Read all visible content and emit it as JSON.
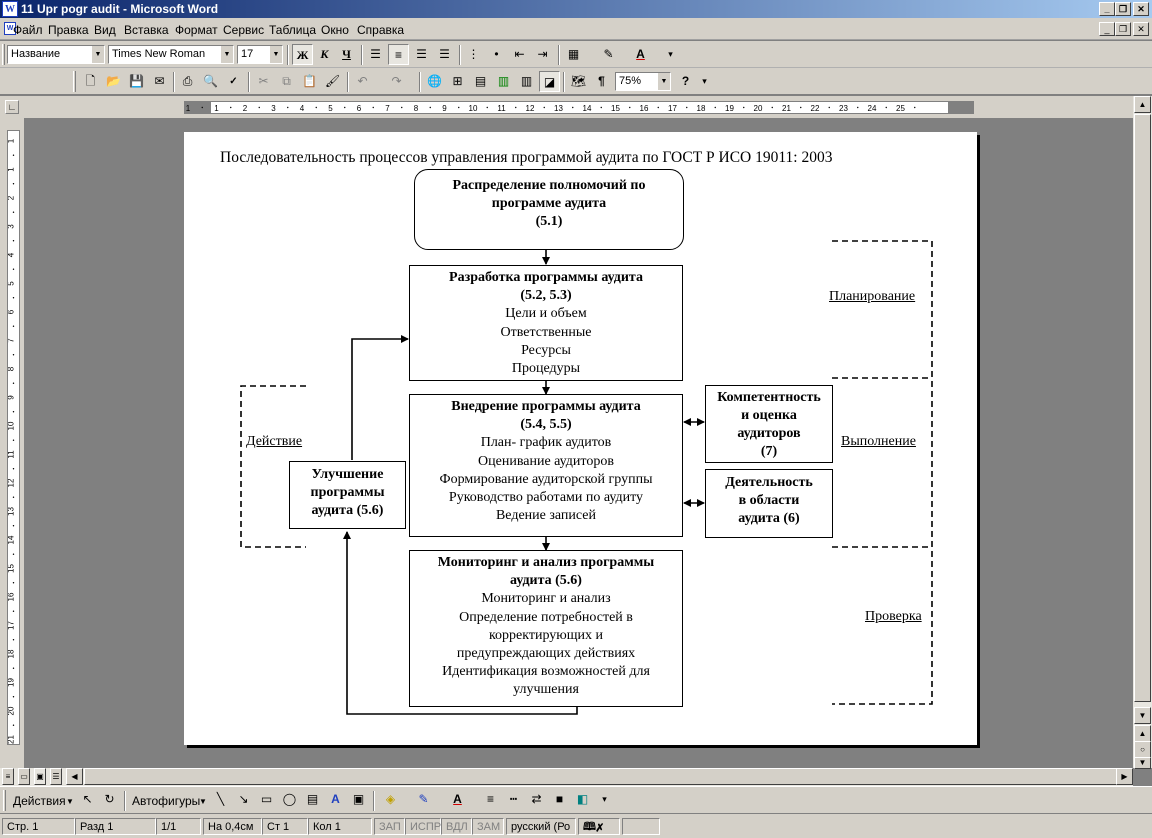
{
  "window": {
    "title": "11 Upr pogr audit - Microsoft Word",
    "minimize_label": "_",
    "maximize_label": "❐",
    "close_label": "✕"
  },
  "menu": {
    "items": [
      "Файл",
      "Правка",
      "Вид",
      "Вставка",
      "Формат",
      "Сервис",
      "Таблица",
      "Окно",
      "Справка"
    ]
  },
  "formatting_toolbar": {
    "style_value": "Название",
    "font_value": "Times New Roman",
    "size_value": "17",
    "bold_label": "Ж",
    "italic_label": "К",
    "underline_label": "Ч"
  },
  "standard_toolbar": {
    "zoom_value": "75%"
  },
  "ruler": {
    "h_ticks": [
      "1",
      "1",
      "2",
      "3",
      "4",
      "5",
      "6",
      "7",
      "8",
      "9",
      "10",
      "11",
      "12",
      "13",
      "14",
      "15",
      "16",
      "17",
      "18",
      "19",
      "20",
      "21",
      "22",
      "23",
      "24",
      "25"
    ],
    "v_ticks": [
      "1",
      "1",
      "2",
      "3",
      "4",
      "5",
      "6",
      "7",
      "8",
      "9",
      "10",
      "11",
      "12",
      "13",
      "14",
      "15",
      "16",
      "17",
      "18",
      "19",
      "20",
      "21"
    ]
  },
  "document": {
    "title": "Последовательность процессов управления программой аудита по ГОСТ Р ИСО 19011: 2003",
    "box_distribution": {
      "line1": "Распределение полномочий по",
      "line2": "программе аудита",
      "line3": "(5.1)"
    },
    "box_development": {
      "heading1": "Разработка программы аудита",
      "heading2": "(5.2, 5.3)",
      "items": [
        "Цели и объем",
        "Ответственные",
        "Ресурсы",
        "Процедуры"
      ]
    },
    "box_implementation": {
      "heading1": "Внедрение программы аудита",
      "heading2": "(5.4, 5.5)",
      "items": [
        "План- график аудитов",
        "Оценивание аудиторов",
        "Формирование аудиторской группы",
        "Руководство работами по аудиту",
        "Ведение записей"
      ]
    },
    "box_monitoring": {
      "heading1": "Мониторинг и анализ программы",
      "heading2": "аудита (5.6)",
      "items": [
        "Мониторинг и анализ",
        "Определение потребностей в",
        "корректирующих и",
        "предупреждающих действиях",
        "Идентификация возможностей для",
        "улучшения"
      ]
    },
    "box_improvement": {
      "line1": "Улучшение",
      "line2": "программы",
      "line3": "аудита (5.6)"
    },
    "box_competence": {
      "line1": "Компетентность",
      "line2": "и оценка",
      "line3": "аудиторов",
      "line4": "(7)"
    },
    "box_activity": {
      "line1": "Деятельность",
      "line2": "в области",
      "line3": "аудита (6)"
    },
    "phases": {
      "planning": "Планирование",
      "execution": "Выполнение",
      "check": "Проверка",
      "action": "Действие"
    }
  },
  "drawing_toolbar": {
    "actions_label": "Действия",
    "autoshapes_label": "Автофигуры"
  },
  "statusbar": {
    "page": "Стр. 1",
    "section": "Разд 1",
    "pages": "1/1",
    "at": "На 0,4см",
    "line": "Ст 1",
    "col": "Кол 1",
    "rec": "ЗАП",
    "trk": "ИСПР",
    "ext": "ВДЛ",
    "ovr": "ЗАМ",
    "language": "русский (Ро"
  }
}
